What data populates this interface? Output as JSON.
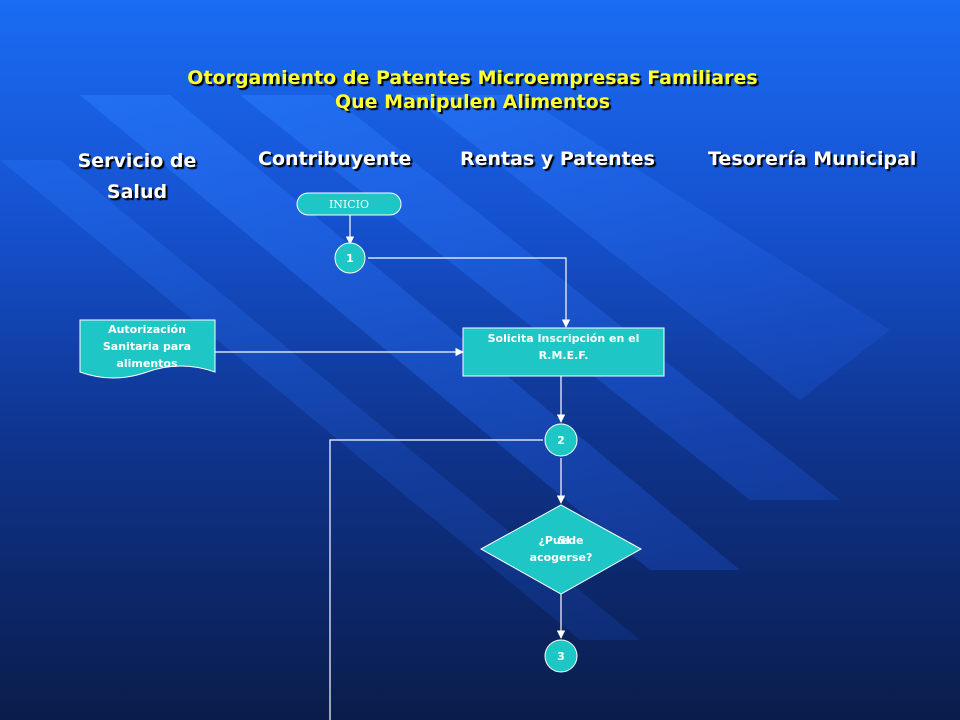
{
  "title": {
    "line1": "Otorgamiento de Patentes Microempresas Familiares",
    "line2": "Que Manipulen Alimentos"
  },
  "lanes": [
    "Servicio de Salud",
    "Contribuyente",
    "Rentas y Patentes",
    "Tesorería Municipal"
  ],
  "nodes": {
    "start": "INICIO",
    "connector1": "1",
    "document": "Autorización Sanitaria para alimentos",
    "process": "Solicita Inscripción en el R.M.E.F.",
    "connector2": "2",
    "decision": "¿Puede acogerse?",
    "decision_yes": "SI",
    "connector3": "3"
  },
  "colors": {
    "shape_fill": "#1ec6c6",
    "shape_stroke": "#ffffff",
    "title": "#ffff33",
    "lane_text": "#ffffff",
    "line": "#ffffff"
  }
}
